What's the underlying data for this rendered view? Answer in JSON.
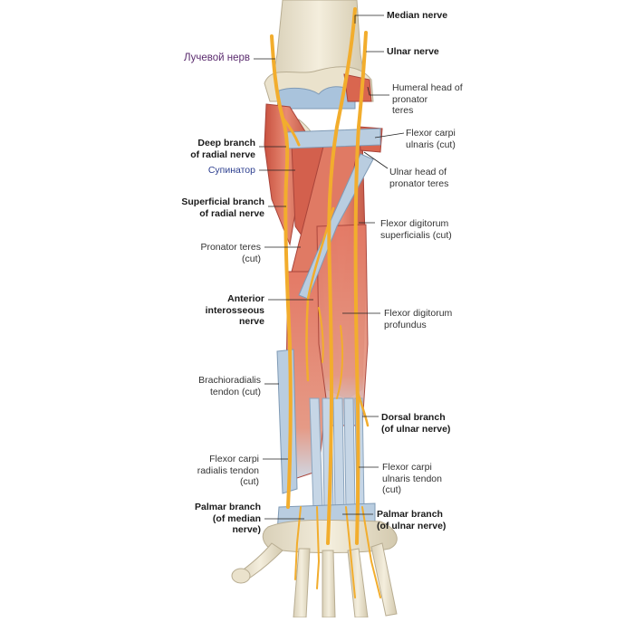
{
  "labels": {
    "median_nerve": [
      "Median nerve"
    ],
    "ulnar_nerve": [
      "Ulnar nerve"
    ],
    "radial_nerve_ru": [
      "Лучевой нерв"
    ],
    "humeral_head": [
      "Humeral head of",
      "pronator",
      "teres"
    ],
    "deep_branch": [
      "Deep branch",
      "of radial nerve"
    ],
    "fcu_cut": [
      "Flexor carpi",
      "ulnaris (cut)"
    ],
    "supinator_ru": [
      "Супинатор"
    ],
    "ulnar_head": [
      "Ulnar head of",
      "pronator teres"
    ],
    "superficial_branch": [
      "Superficial branch",
      "of radial nerve"
    ],
    "fds": [
      "Flexor digitorum",
      "superficialis (cut)"
    ],
    "pronator_teres_cut": [
      "Pronator teres",
      "(cut)"
    ],
    "anterior_interosseous": [
      "Anterior",
      "interosseous",
      "nerve"
    ],
    "fdp": [
      "Flexor digitorum",
      "profundus"
    ],
    "brachioradialis": [
      "Brachioradialis",
      "tendon (cut)"
    ],
    "dorsal_branch": [
      "Dorsal branch",
      "(of ulnar nerve)"
    ],
    "fcr_tendon": [
      "Flexor carpi",
      "radialis tendon",
      "(cut)"
    ],
    "fcu_tendon": [
      "Flexor carpi",
      "ulnaris tendon",
      "(cut)"
    ],
    "palmar_median": [
      "Palmar branch",
      "(of median",
      "nerve)"
    ],
    "palmar_ulnar": [
      "Palmar branch",
      "(of ulnar nerve)"
    ]
  },
  "colors": {
    "muscle": "#e0725f",
    "muscle_dark": "#b9483a",
    "tendon": "#b9cde0",
    "bone": "#ece4cf",
    "bone_edge": "#b8ad92",
    "nerve": "#f2ad2d",
    "leader": "#222222"
  }
}
